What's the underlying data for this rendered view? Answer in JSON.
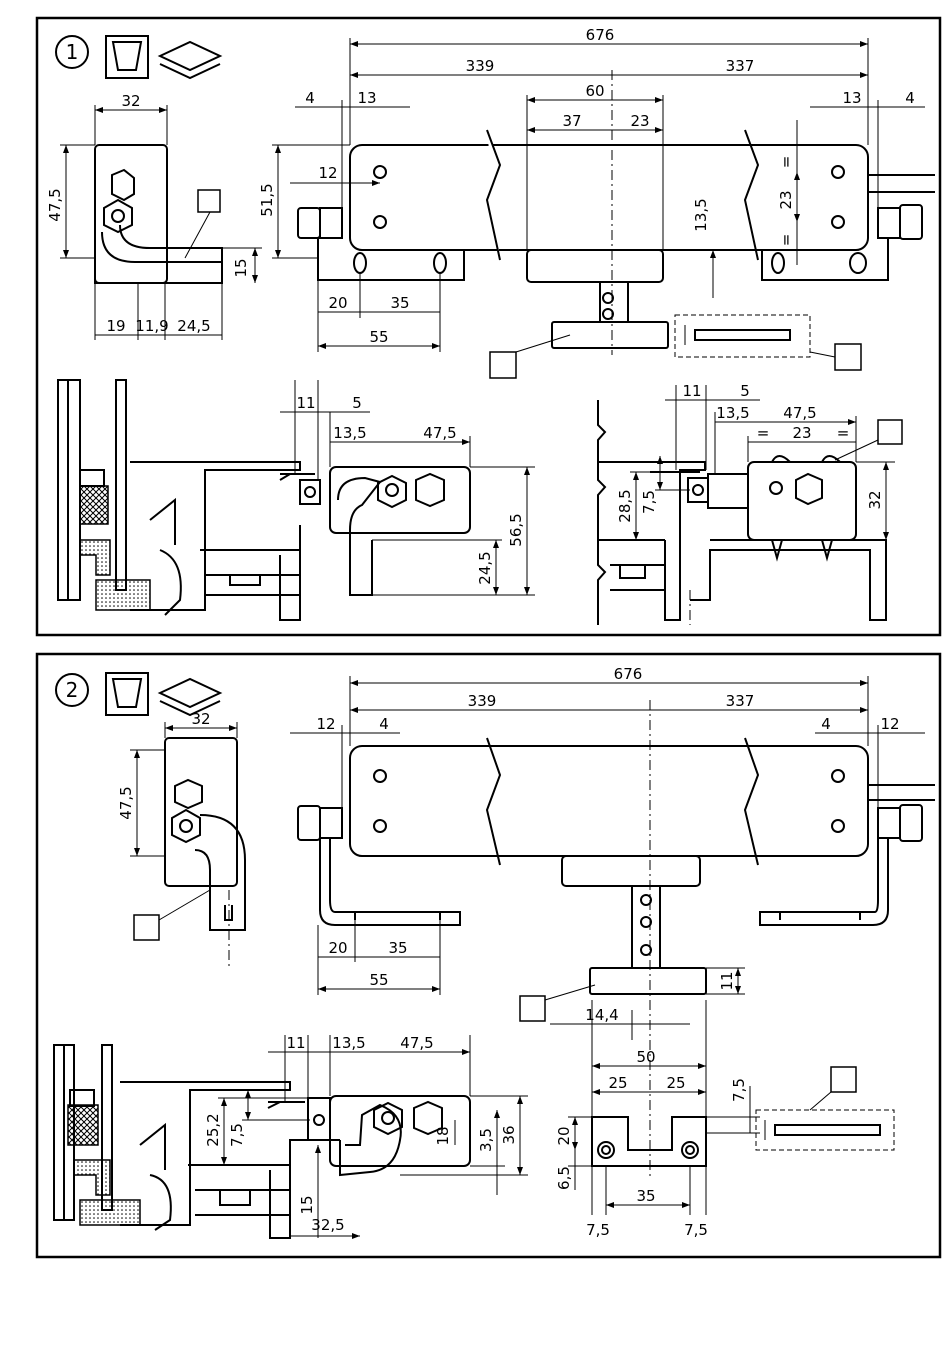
{
  "panels": [
    {
      "number": "1",
      "dims_top": {
        "total": "676",
        "left": "339",
        "right": "337",
        "center": "60",
        "c_left": "37",
        "c_right": "23",
        "left_off": "4",
        "left_hole": "13",
        "right_hole": "13",
        "right_off": "4",
        "hole_h": "12",
        "height": "51,5",
        "arm": "13,5",
        "hole_pitch": "23",
        "eq": "=",
        "foot_a": "20",
        "foot_b": "35",
        "foot_total": "55"
      },
      "dims_side": {
        "width": "32",
        "height": "47,5",
        "drop": "15",
        "b1": "19",
        "b2": "11,9",
        "b3": "24,5"
      },
      "dims_left_section": {
        "a": "11",
        "b": "5",
        "c": "13,5",
        "d": "47,5",
        "e": "56,5",
        "f": "24,5"
      },
      "dims_right_section": {
        "a": "11",
        "b": "5",
        "c": "13,5",
        "d": "47,5",
        "e": "23",
        "f": "32",
        "g": "28,5",
        "h": "7,5",
        "eq": "="
      }
    },
    {
      "number": "2",
      "dims_top": {
        "total": "676",
        "left": "339",
        "right": "337",
        "left_off": "12",
        "left_in": "4",
        "right_in": "4",
        "right_off": "12",
        "foot_a": "20",
        "foot_b": "35",
        "foot_total": "55"
      },
      "dims_side": {
        "width": "32",
        "height": "47,5"
      },
      "dims_plate": {
        "thick": "11",
        "offset": "14,4",
        "w50": "50",
        "w25a": "25",
        "w25b": "25",
        "h20": "20",
        "h65": "6,5",
        "c35": "35",
        "e1": "7,5",
        "e2": "7,5",
        "v75": "7,5"
      },
      "dims_section": {
        "a": "11",
        "b": "13,5",
        "c": "47,5",
        "d": "25,2",
        "e": "7,5",
        "f": "18",
        "g": "3,5",
        "h": "36",
        "i": "15",
        "j": "32,5"
      }
    }
  ]
}
